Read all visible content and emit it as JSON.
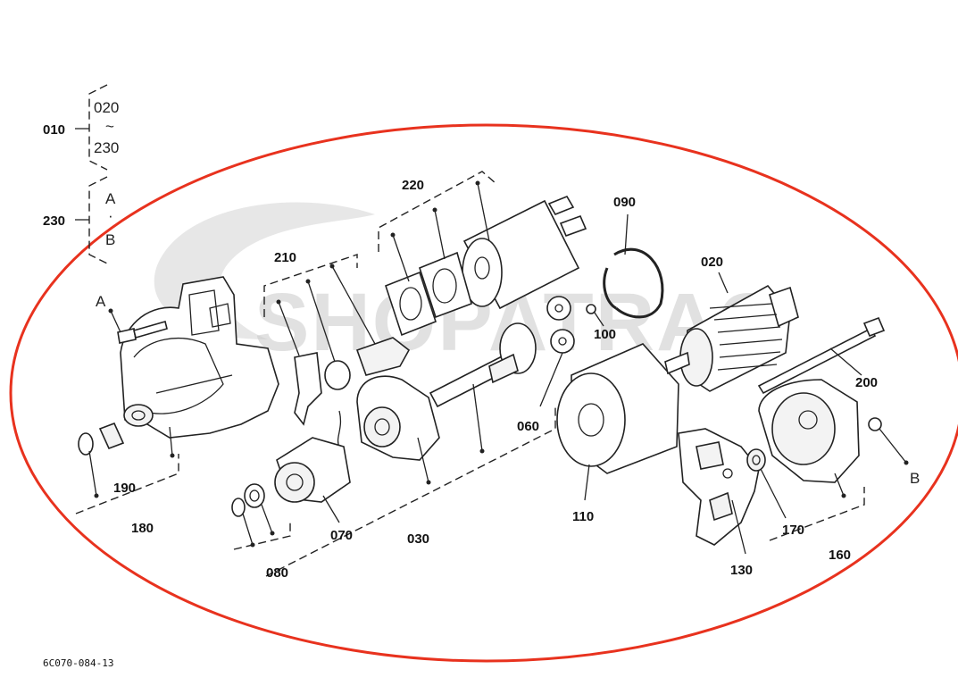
{
  "watermark": "SHOPATRAC",
  "drawing_code": "6C070-084-13",
  "bracket_010": {
    "ref": "010",
    "top": "020",
    "tilde": "~",
    "bottom": "230"
  },
  "bracket_230": {
    "ref": "230",
    "top": "A",
    "dot": "·",
    "bottom": "B"
  },
  "callouts": {
    "a_left": "A",
    "b_right": "B",
    "p020": "020",
    "p030": "030",
    "p060": "060",
    "p070": "070",
    "p080": "080",
    "p090": "090",
    "p100": "100",
    "p110": "110",
    "p130": "130",
    "p160": "160",
    "p170": "170",
    "p180": "180",
    "p190": "190",
    "p200": "200",
    "p210": "210",
    "p220": "220"
  },
  "colors": {
    "highlight_ellipse": "#e8321e",
    "line": "#222222",
    "watermark": "#c9c9c9"
  }
}
